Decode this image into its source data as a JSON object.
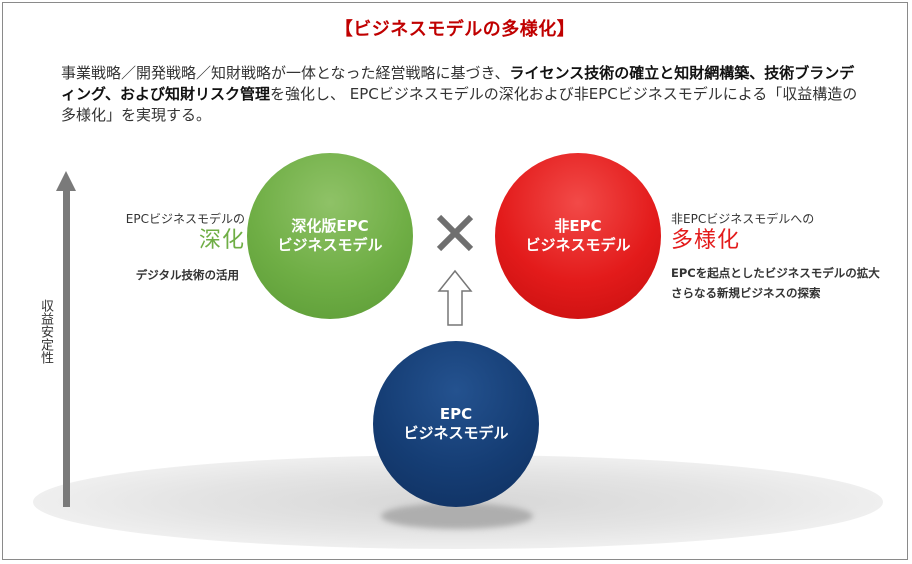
{
  "title": "【ビジネスモデルの多様化】",
  "intro": {
    "p1": "事業戦略／開発戦略／知財戦略が一体となった経営戦略に基づき、",
    "b1": "ライセンス技術の確立と知財網構築、技術ブランディング、および知財リスク管理",
    "p2": "を強化し、 EPCビジネスモデルの深化および非EPCビジネスモデルによる「収益構造の多様化」を実現する。"
  },
  "axis_label": "収益安定性",
  "circles": {
    "green": {
      "line1": "深化版EPC",
      "line2": "ビジネスモデル",
      "color": "#6fae45"
    },
    "red": {
      "line1": "非EPC",
      "line2": "ビジネスモデル",
      "color": "#e31b1b"
    },
    "blue": {
      "line1": "EPC",
      "line2": "ビジネスモデル",
      "color": "#153d74"
    }
  },
  "left_side": {
    "caption": "EPCビジネスモデルの",
    "big": "深化",
    "note": "デジタル技術の活用"
  },
  "right_side": {
    "caption": "非EPCビジネスモデルへの",
    "big": "多様化",
    "notes": [
      "EPCを起点としたビジネスモデルの拡大",
      "さらなる新規ビジネスの探索"
    ]
  },
  "icons": {
    "cross": "multiply-icon",
    "arrow": "up-arrow-icon",
    "axis": "vertical-axis-arrow"
  }
}
